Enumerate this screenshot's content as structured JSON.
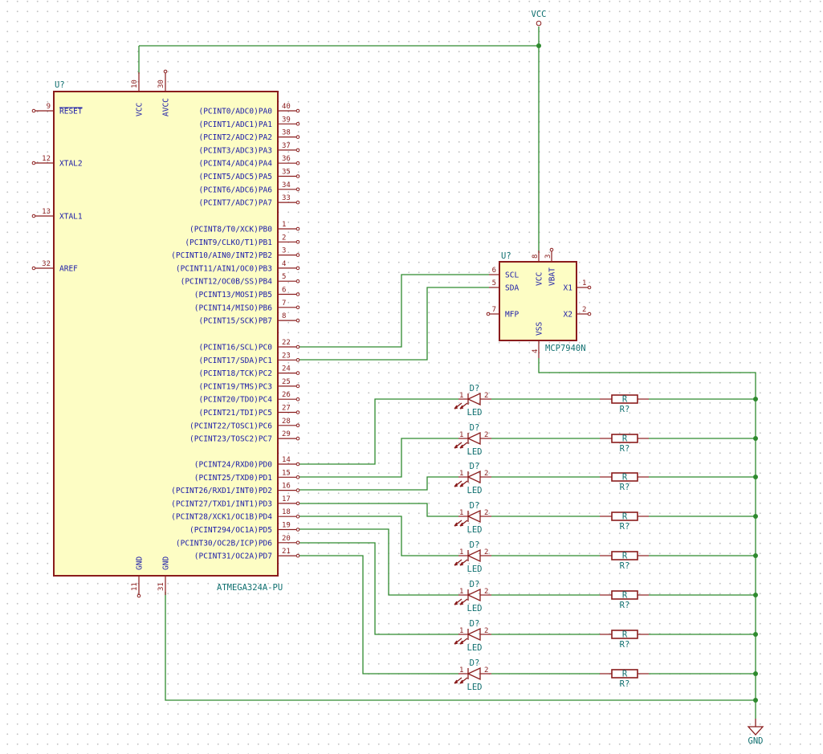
{
  "power": {
    "vcc_label": "VCC",
    "gnd_label": "GND"
  },
  "mcu": {
    "ref": "U?",
    "value": "ATMEGA324A-PU",
    "left_pins": [
      {
        "num": "9",
        "name": "RESET",
        "overbar": true
      },
      {
        "num": "12",
        "name": "XTAL2"
      },
      {
        "num": "13",
        "name": "XTAL1"
      },
      {
        "num": "32",
        "name": "AREF"
      }
    ],
    "top_pins": [
      {
        "num": "10",
        "name": "VCC"
      },
      {
        "num": "30",
        "name": "AVCC"
      }
    ],
    "bottom_pins": [
      {
        "num": "11",
        "name": "GND"
      },
      {
        "num": "31",
        "name": "GND"
      }
    ],
    "right_pins": [
      {
        "num": "40",
        "name": "(PCINT0/ADC0)PA0"
      },
      {
        "num": "39",
        "name": "(PCINT1/ADC1)PA1"
      },
      {
        "num": "38",
        "name": "(PCINT2/ADC2)PA2"
      },
      {
        "num": "37",
        "name": "(PCINT3/ADC3)PA3"
      },
      {
        "num": "36",
        "name": "(PCINT4/ADC4)PA4"
      },
      {
        "num": "35",
        "name": "(PCINT5/ADC5)PA5"
      },
      {
        "num": "34",
        "name": "(PCINT6/ADC6)PA6"
      },
      {
        "num": "33",
        "name": "(PCINT7/ADC7)PA7"
      },
      {
        "num": "1",
        "name": "(PCINT8/T0/XCK)PB0"
      },
      {
        "num": "2",
        "name": "(PCINT9/CLKO/T1)PB1"
      },
      {
        "num": "3",
        "name": "(PCINT10/AIN0/INT2)PB2"
      },
      {
        "num": "4",
        "name": "(PCINT11/AIN1/OC0)PB3"
      },
      {
        "num": "5",
        "name": "(PCINT12/OC0B/SS)PB4"
      },
      {
        "num": "6",
        "name": "(PCINT13/MOSI)PB5"
      },
      {
        "num": "7",
        "name": "(PCINT14/MISO)PB6"
      },
      {
        "num": "8",
        "name": "(PCINT15/SCK)PB7"
      },
      {
        "num": "22",
        "name": "(PCINT16/SCL)PC0"
      },
      {
        "num": "23",
        "name": "(PCINT17/SDA)PC1"
      },
      {
        "num": "24",
        "name": "(PCINT18/TCK)PC2"
      },
      {
        "num": "25",
        "name": "(PCINT19/TMS)PC3"
      },
      {
        "num": "26",
        "name": "(PCINT20/TDO)PC4"
      },
      {
        "num": "27",
        "name": "(PCINT21/TDI)PC5"
      },
      {
        "num": "28",
        "name": "(PCINT22/TOSC1)PC6"
      },
      {
        "num": "29",
        "name": "(PCINT23/TOSC2)PC7"
      },
      {
        "num": "14",
        "name": "(PCINT24/RXD0)PD0"
      },
      {
        "num": "15",
        "name": "(PCINT25/TXD0)PD1"
      },
      {
        "num": "16",
        "name": "(PCINT26/RXD1/INT0)PD2"
      },
      {
        "num": "17",
        "name": "(PCINT27/TXD1/INT1)PD3"
      },
      {
        "num": "18",
        "name": "(PCINT28/XCK1/OC1B)PD4"
      },
      {
        "num": "19",
        "name": "(PCINT294/OC1A)PD5"
      },
      {
        "num": "20",
        "name": "(PCINT30/OC2B/ICP)PD6"
      },
      {
        "num": "21",
        "name": "(PCINT31/OC2A)PD7"
      }
    ]
  },
  "rtc": {
    "ref": "U?",
    "value": "MCP7940N",
    "left_pins": [
      {
        "num": "6",
        "name": "SCL"
      },
      {
        "num": "5",
        "name": "SDA"
      },
      {
        "num": "7",
        "name": "MFP"
      }
    ],
    "right_pins": [
      {
        "num": "1",
        "name": "X1"
      },
      {
        "num": "2",
        "name": "X2"
      }
    ],
    "top_pins": [
      {
        "num": "8",
        "name": "VCC"
      },
      {
        "num": "3",
        "name": "VBAT"
      }
    ],
    "bottom_pins": [
      {
        "num": "4",
        "name": "VSS"
      }
    ]
  },
  "leds": [
    {
      "ref": "D?",
      "value": "LED",
      "pin_a": "1",
      "pin_k": "2",
      "res_ref": "R?",
      "res_value": "R"
    },
    {
      "ref": "D?",
      "value": "LED",
      "pin_a": "1",
      "pin_k": "2",
      "res_ref": "R?",
      "res_value": "R"
    },
    {
      "ref": "D?",
      "value": "LED",
      "pin_a": "1",
      "pin_k": "2",
      "res_ref": "R?",
      "res_value": "R"
    },
    {
      "ref": "D?",
      "value": "LED",
      "pin_a": "1",
      "pin_k": "2",
      "res_ref": "R?",
      "res_value": "R"
    },
    {
      "ref": "D?",
      "value": "LED",
      "pin_a": "1",
      "pin_k": "2",
      "res_ref": "R?",
      "res_value": "R"
    },
    {
      "ref": "D?",
      "value": "LED",
      "pin_a": "1",
      "pin_k": "2",
      "res_ref": "R?",
      "res_value": "R"
    },
    {
      "ref": "D?",
      "value": "LED",
      "pin_a": "1",
      "pin_k": "2",
      "res_ref": "R?",
      "res_value": "R"
    },
    {
      "ref": "D?",
      "value": "LED",
      "pin_a": "1",
      "pin_k": "2",
      "res_ref": "R?",
      "res_value": "R"
    }
  ],
  "colors": {
    "wire": "#2e8a2e",
    "body_fill": "#fdfdc4",
    "body_stroke": "#8a1c1c",
    "pin_text": "#1a1aa8",
    "ref_text": "#107070"
  }
}
